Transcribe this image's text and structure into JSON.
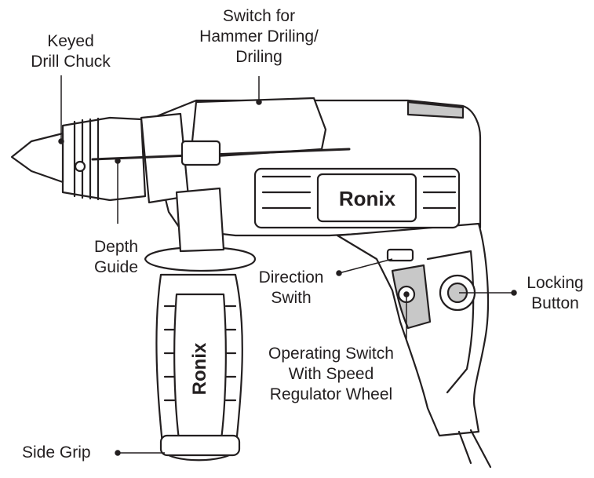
{
  "brand": "Ronix",
  "colors": {
    "ink": "#231f20",
    "paper": "#ffffff",
    "shade": "#c8c8c8"
  },
  "labels": {
    "switch_hammer": {
      "lines": [
        "Switch for",
        "Hammer Driling/",
        "Driling"
      ]
    },
    "keyed_chuck": {
      "lines": [
        "Keyed",
        "Drill Chuck"
      ]
    },
    "depth_guide": {
      "lines": [
        "Depth",
        "Guide"
      ]
    },
    "direction_switch": {
      "lines": [
        "Direction",
        "Swith"
      ]
    },
    "locking_button": {
      "lines": [
        "Locking",
        "Button"
      ]
    },
    "operating_switch": {
      "lines": [
        "Operating Switch",
        "With Speed",
        "Regulator Wheel"
      ]
    },
    "side_grip": {
      "lines": [
        "Side Grip"
      ]
    }
  }
}
